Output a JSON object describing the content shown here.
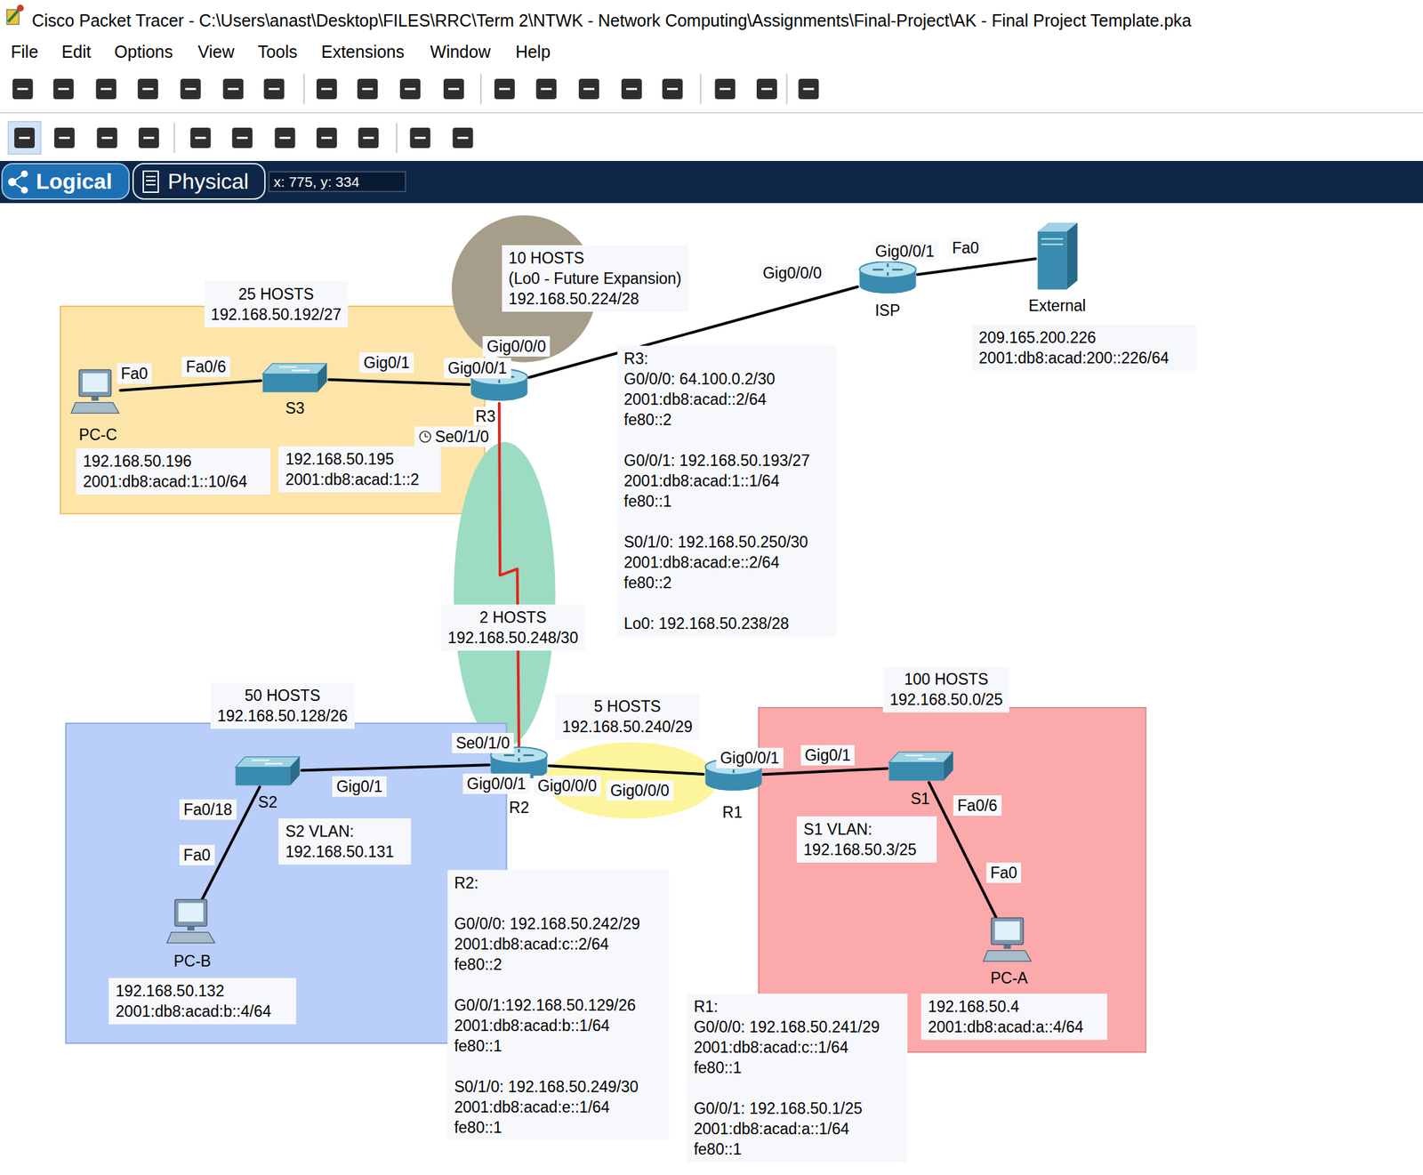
{
  "diagram": {
    "nodes": [
      {
        "text": [
          "25 HOSTS",
          "192.168.50.192/27"
        ]
      },
      {
        "text": [
          "PC-C"
        ],
        "in": 0
      },
      {
        "text": [
          "S3"
        ],
        "in": 0
      },
      {
        "text": [
          "R3"
        ]
      },
      {
        "text": [
          "10 HOSTS",
          "(Lo0 - Future Expansion)",
          "192.168.50.224/28"
        ]
      },
      {
        "text": [
          "ISP"
        ]
      },
      {
        "text": [
          "External"
        ]
      },
      {
        "text": [
          "2 HOSTS",
          "192.168.50.248/30"
        ]
      },
      {
        "text": [
          "50 HOSTS",
          "192.168.50.128/26"
        ]
      },
      {
        "text": [
          "S2"
        ],
        "in": 8
      },
      {
        "text": [
          "PC-B"
        ],
        "in": 8
      },
      {
        "text": [
          "R2"
        ]
      },
      {
        "text": [
          "5 HOSTS",
          "192.168.50.240/29"
        ]
      },
      {
        "text": [
          "100 HOSTS",
          "192.168.50.0/25"
        ]
      },
      {
        "text": [
          "R1"
        ]
      },
      {
        "text": [
          "S1"
        ],
        "in": 13
      },
      {
        "text": [
          "PC-A"
        ],
        "in": 13
      }
    ],
    "edges": [
      {
        "from": 1,
        "to": 2,
        "arrow": "none"
      },
      {
        "from": 2,
        "to": 3,
        "arrow": "none"
      },
      {
        "from": 3,
        "to": 5,
        "arrow": "none"
      },
      {
        "from": 5,
        "to": 6,
        "arrow": "none"
      },
      {
        "from": 3,
        "to": 11,
        "arrow": "none"
      },
      {
        "from": 11,
        "to": 9,
        "arrow": "none"
      },
      {
        "from": 9,
        "to": 10,
        "arrow": "none"
      },
      {
        "from": 11,
        "to": 14,
        "arrow": "none"
      },
      {
        "from": 14,
        "to": 15,
        "arrow": "none"
      },
      {
        "from": 15,
        "to": 16,
        "arrow": "none"
      }
    ],
    "labels": [
      "Cisco Packet Tracer - C:\\Users\\anast\\Desktop\\FILES\\RRC\\Term 2\\NTWK - Network Computing\\Assignments\\Final-Project\\AK - Final Project Template.pka",
      "File",
      "Edit",
      "Options",
      "View",
      "Tools",
      "Extensions",
      "Window",
      "Help",
      "Logical",
      "Physical",
      "x: 775, y: 334",
      "Fa0",
      "Fa0/6",
      "Gig0/1",
      "Gig0/0/1",
      "Gig0/0/0",
      "Se0/1/0",
      "Gig0/0/0",
      "Gig0/0/1",
      "Fa0",
      "Se0/1/0",
      "Gig0/1",
      "Gig0/0/1",
      "Gig0/0/0",
      "Fa0/18",
      "Fa0",
      "Gig0/0/0",
      "Gig0/0/1",
      "Gig0/1",
      "Fa0/6",
      "Fa0",
      "192.168.50.196",
      "2001:db8:acad:1::10/64",
      "192.168.50.195",
      "2001:db8:acad:1::2",
      "R3:",
      "G0/0/0: 64.100.0.2/30",
      "2001:db8:acad::2/64",
      "fe80::2",
      "G0/0/1: 192.168.50.193/27",
      "2001:db8:acad:1::1/64",
      "fe80::1",
      "S0/1/0: 192.168.50.250/30",
      "2001:db8:acad:e::2/64",
      "fe80::2",
      "Lo0: 192.168.50.238/28",
      "209.165.200.226",
      "2001:db8:acad:200::226/64",
      "S2 VLAN:",
      "192.168.50.131",
      "192.168.50.132",
      "2001:db8:acad:b::4/64",
      "R2:",
      "G0/0/0: 192.168.50.242/29",
      "2001:db8:acad:c::2/64",
      "fe80::2",
      "G0/0/1:192.168.50.129/26",
      "2001:db8:acad:b::1/64",
      "fe80::1",
      "S0/1/0: 192.168.50.249/30",
      "2001:db8:acad:e::1/64",
      "fe80::1",
      "R1:",
      "G0/0/0: 192.168.50.241/29",
      "2001:db8:acad:c::1/64",
      "fe80::1",
      "G0/0/1: 192.168.50.1/25",
      "2001:db8:acad:a::1/64",
      "fe80::1",
      "S1 VLAN:",
      "192.168.50.3/25",
      "192.168.50.4",
      "2001:db8:acad:a::4/64"
    ]
  }
}
